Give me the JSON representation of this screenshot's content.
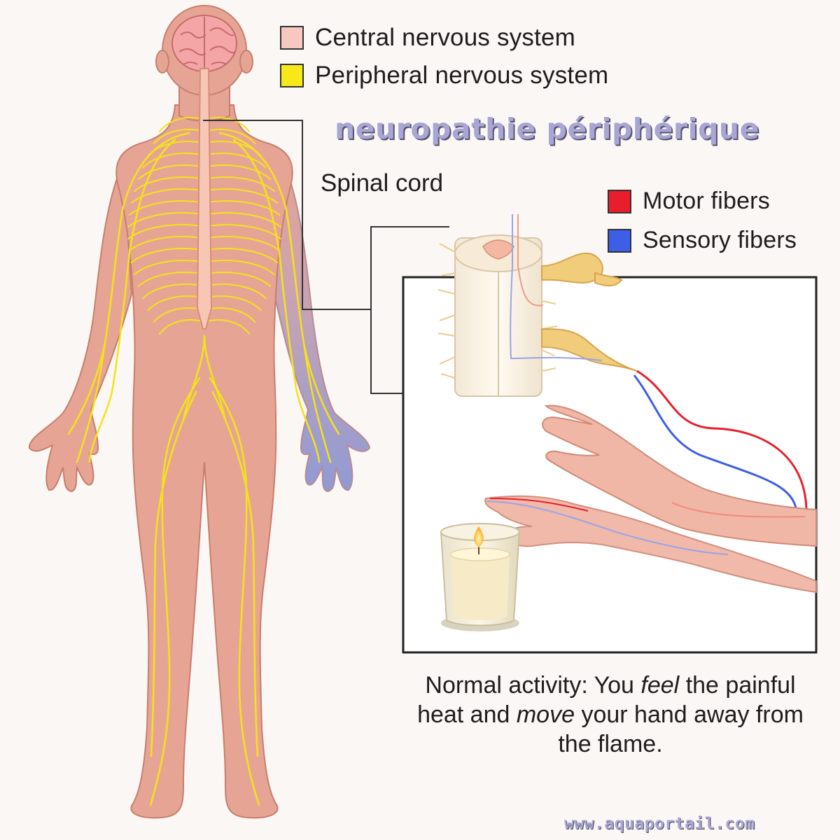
{
  "legend_systems": [
    {
      "label": "Central nervous system",
      "color": "#f6c8c0"
    },
    {
      "label": "Peripheral nervous system",
      "color": "#f7e81a"
    }
  ],
  "legend_fibers": [
    {
      "label": "Motor fibers",
      "color": "#ea1d2c"
    },
    {
      "label": "Sensory fibers",
      "color": "#3d5ee6"
    }
  ],
  "watermark_title": "neuropathie périphérique",
  "spinal_cord_label": "Spinal cord",
  "caption": {
    "part1": "Normal activity: You ",
    "em1": "feel",
    "part2": " the painful heat and ",
    "em2": "move",
    "part3": " your hand away from the flame."
  },
  "footer_url": "www.aquaportail.com",
  "colors": {
    "skin": "#e6a594",
    "skin_outline": "#c77e6c",
    "nerve": "#f4e21a",
    "spinal_cord": "#f7c6b4",
    "numb_arm": "#9aa3d6",
    "motor": "#ea1d2c",
    "sensory": "#3d5ee6"
  }
}
